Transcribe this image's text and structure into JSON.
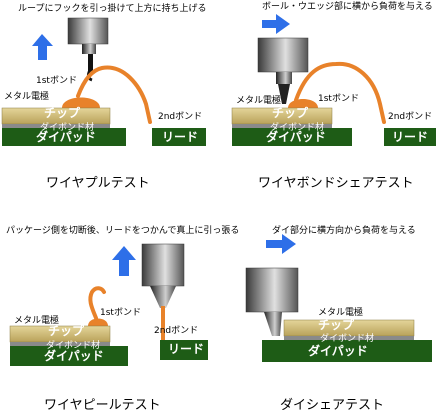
{
  "panels": [
    {
      "instruction": "ループにフックを引っ掛けて上方に持ち上げる",
      "electrode_label": "メタル電極",
      "bond1_label": "1stボンド",
      "bond2_label": "2ndボンド",
      "chip_label": "チップ",
      "die_bond_label": "ダイボンド材",
      "die_pad_label": "ダイパッド",
      "lead_label": "リード",
      "caption": "ワイヤプルテスト"
    },
    {
      "instruction": "ボール・ウエッジ部に横から負荷を与える",
      "electrode_label": "メタル電極",
      "bond1_label": "1stボンド",
      "bond2_label": "2ndボンド",
      "chip_label": "チップ",
      "die_bond_label": "ダイボンド材",
      "die_pad_label": "ダイパッド",
      "lead_label": "リード",
      "caption": "ワイヤボンドシェアテスト"
    },
    {
      "instruction": "パッケージ側を切断後、リードをつかんで真上に引っ張る",
      "electrode_label": "メタル電極",
      "bond1_label": "1stボンド",
      "bond2_label": "2ndボンド",
      "chip_label": "チップ",
      "die_bond_label": "ダイボンド材",
      "die_pad_label": "ダイパッド",
      "lead_label": "リード",
      "caption": "ワイヤピールテスト"
    },
    {
      "instruction": "ダイ部分に横方向から負荷を与える",
      "electrode_label": "メタル電極",
      "chip_label": "チップ",
      "die_bond_label": "ダイボンド材",
      "die_pad_label": "ダイパッド",
      "caption": "ダイシェアテスト"
    }
  ],
  "colors": {
    "arrow": "#2e6fe8",
    "wire": "#e8822a",
    "chip": "#d6c485",
    "die_pad": "#1e5c16",
    "die_bond": "#8a8a8a",
    "tool_dark": "#3a3a3a",
    "tool_light": "#d8d8d8"
  },
  "icons": [
    "arrow-up-icon",
    "arrow-right-icon",
    "hook-tool-icon",
    "shear-tool-icon",
    "clamp-tool-icon"
  ]
}
